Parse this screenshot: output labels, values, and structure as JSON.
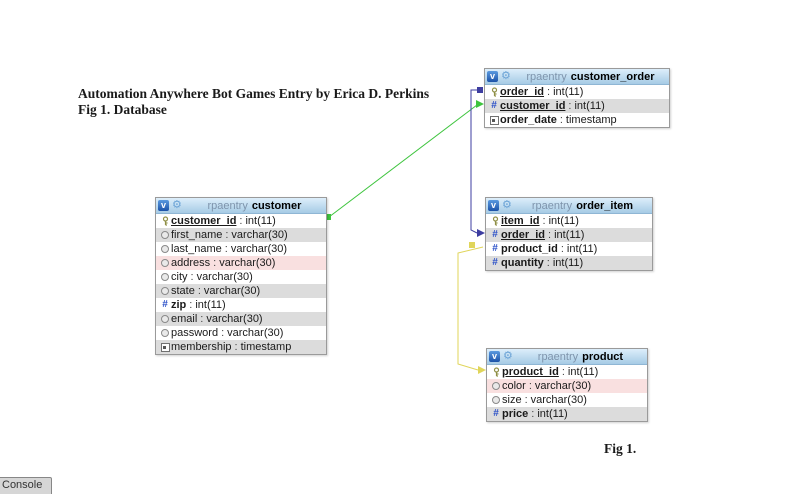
{
  "page": {
    "title_line1": "Automation Anywhere Bot Games Entry by Erica D. Perkins",
    "title_line2": "Fig 1. Database",
    "figure_caption": "Fig 1.",
    "console_tab_label": "Console"
  },
  "common": {
    "sep": ":"
  },
  "colors": {
    "relation_green": "#3ec43e",
    "relation_navy": "#3d3da0",
    "relation_yellow": "#e0d55a",
    "table_header_bg": "#b9d9ef",
    "row_alt_bg": "#dcdcdc",
    "row_highlight_bg": "#f9e0e0",
    "numeric_icon_blue": "#2b50c8",
    "key_icon_olive": "#8f8f45"
  },
  "tables": {
    "customer_order": {
      "schema": "rpaentry",
      "name": "customer_order",
      "fields": [
        {
          "name": "order_id",
          "type": "int(11)"
        },
        {
          "name": "customer_id",
          "type": "int(11)"
        },
        {
          "name": "order_date",
          "type": "timestamp"
        }
      ]
    },
    "customer": {
      "schema": "rpaentry",
      "name": "customer",
      "fields": [
        {
          "name": "customer_id",
          "type": "int(11)"
        },
        {
          "name": "first_name",
          "type": "varchar(30)"
        },
        {
          "name": "last_name",
          "type": "varchar(30)"
        },
        {
          "name": "address",
          "type": "varchar(30)"
        },
        {
          "name": "city",
          "type": "varchar(30)"
        },
        {
          "name": "state",
          "type": "varchar(30)"
        },
        {
          "name": "zip",
          "type": "int(11)"
        },
        {
          "name": "email",
          "type": "varchar(30)"
        },
        {
          "name": "password",
          "type": "varchar(30)"
        },
        {
          "name": "membership",
          "type": "timestamp"
        }
      ]
    },
    "order_item": {
      "schema": "rpaentry",
      "name": "order_item",
      "fields": [
        {
          "name": "item_id",
          "type": "int(11)"
        },
        {
          "name": "order_id",
          "type": "int(11)"
        },
        {
          "name": "product_id",
          "type": "int(11)"
        },
        {
          "name": "quantity",
          "type": "int(11)"
        }
      ]
    },
    "product": {
      "schema": "rpaentry",
      "name": "product",
      "fields": [
        {
          "name": "product_id",
          "type": "int(11)"
        },
        {
          "name": "color",
          "type": "varchar(30)"
        },
        {
          "name": "size",
          "type": "varchar(30)"
        },
        {
          "name": "price",
          "type": "int(11)"
        }
      ]
    }
  },
  "connections": [
    {
      "from": "customer.customer_id",
      "to": "customer_order.customer_id",
      "color": "#3ec43e"
    },
    {
      "from": "customer_order.order_id",
      "to": "order_item.order_id",
      "color": "#3d3da0"
    },
    {
      "from": "order_item.product_id",
      "to": "product.product_id",
      "color": "#e0d55a"
    }
  ]
}
